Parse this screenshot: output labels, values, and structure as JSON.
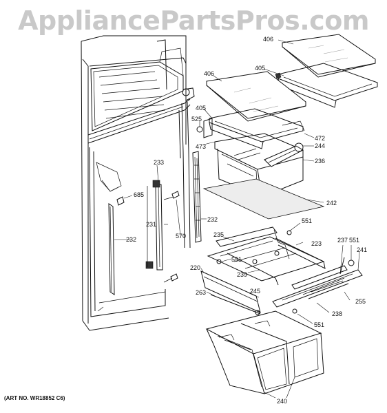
{
  "watermark": "AppliancePartsPros.com",
  "art_number": "(ART NO. WR18852 C6)",
  "part_labels": [
    {
      "id": "406-top",
      "text": "406"
    },
    {
      "id": "405-top",
      "text": "405"
    },
    {
      "id": "406-mid",
      "text": "406"
    },
    {
      "id": "405-mid",
      "text": "405"
    },
    {
      "id": "525",
      "text": "525"
    },
    {
      "id": "472",
      "text": "472"
    },
    {
      "id": "473",
      "text": "473"
    },
    {
      "id": "244",
      "text": "244"
    },
    {
      "id": "236",
      "text": "236"
    },
    {
      "id": "233",
      "text": "233"
    },
    {
      "id": "685",
      "text": "685"
    },
    {
      "id": "242",
      "text": "242"
    },
    {
      "id": "231",
      "text": "231"
    },
    {
      "id": "570",
      "text": "570"
    },
    {
      "id": "232-left",
      "text": "232"
    },
    {
      "id": "232-center",
      "text": "232"
    },
    {
      "id": "551-a",
      "text": "551"
    },
    {
      "id": "235",
      "text": "235"
    },
    {
      "id": "223",
      "text": "223"
    },
    {
      "id": "237",
      "text": "237"
    },
    {
      "id": "551-b",
      "text": "551"
    },
    {
      "id": "241",
      "text": "241"
    },
    {
      "id": "551-c",
      "text": "551"
    },
    {
      "id": "220",
      "text": "220"
    },
    {
      "id": "239",
      "text": "239"
    },
    {
      "id": "263",
      "text": "263"
    },
    {
      "id": "245",
      "text": "245"
    },
    {
      "id": "255",
      "text": "255"
    },
    {
      "id": "238",
      "text": "238"
    },
    {
      "id": "551-d",
      "text": "551"
    },
    {
      "id": "240",
      "text": "240"
    }
  ]
}
